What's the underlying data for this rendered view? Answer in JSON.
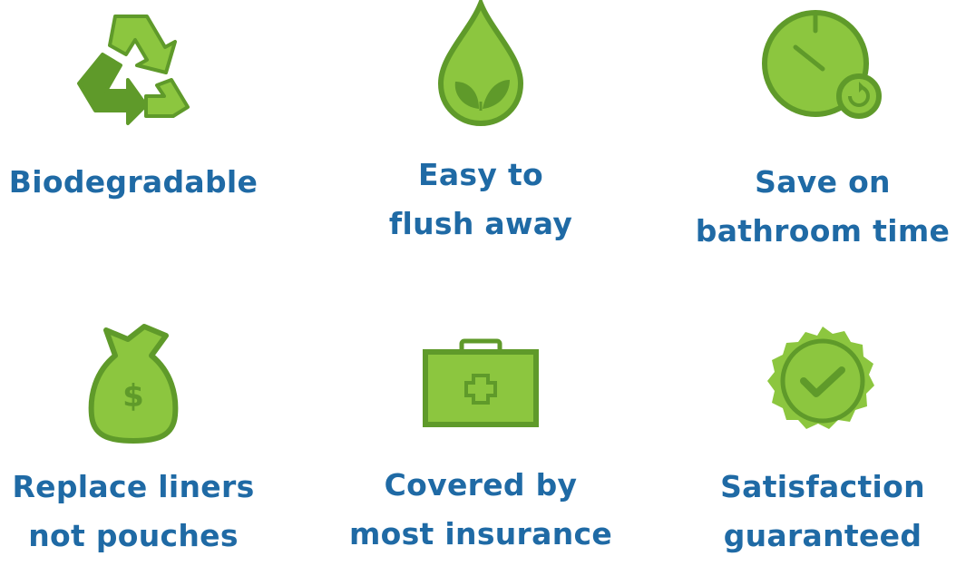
{
  "colors": {
    "text": "#1f6aa5",
    "green_light": "#8cc63f",
    "green_dark": "#5f9a2a"
  },
  "features": [
    {
      "icon": "recycle-icon",
      "lines": [
        "Biodegradable"
      ]
    },
    {
      "icon": "water-drop-leaf-icon",
      "lines": [
        "Easy to",
        "flush away"
      ]
    },
    {
      "icon": "stopwatch-icon",
      "lines": [
        "Save on",
        "bathroom time"
      ]
    },
    {
      "icon": "money-bag-icon",
      "lines": [
        "Replace liners",
        "not pouches"
      ]
    },
    {
      "icon": "first-aid-kit-icon",
      "lines": [
        "Covered by",
        "most insurance"
      ]
    },
    {
      "icon": "checkmark-badge-icon",
      "lines": [
        "Satisfaction",
        "guaranteed"
      ]
    }
  ]
}
